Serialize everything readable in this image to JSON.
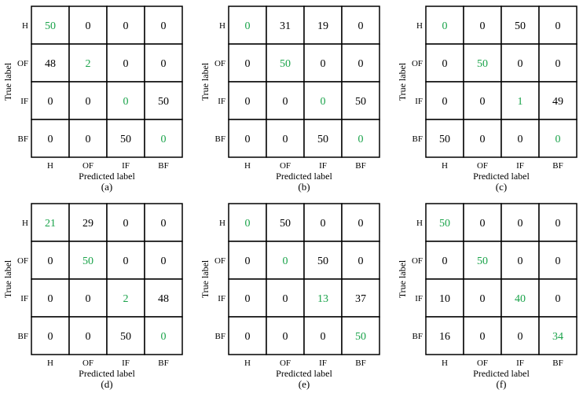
{
  "chart_data": [
    {
      "type": "heatmap",
      "caption": "(a)",
      "xlabel": "Predicted label",
      "ylabel": "True label",
      "x_categories": [
        "H",
        "OF",
        "IF",
        "BF"
      ],
      "y_categories": [
        "H",
        "OF",
        "IF",
        "BF"
      ],
      "values": [
        [
          50,
          0,
          0,
          0
        ],
        [
          48,
          2,
          0,
          0
        ],
        [
          0,
          0,
          0,
          50
        ],
        [
          0,
          0,
          50,
          0
        ]
      ]
    },
    {
      "type": "heatmap",
      "caption": "(b)",
      "xlabel": "Predicted label",
      "ylabel": "True label",
      "x_categories": [
        "H",
        "OF",
        "IF",
        "BF"
      ],
      "y_categories": [
        "H",
        "OF",
        "IF",
        "BF"
      ],
      "values": [
        [
          0,
          31,
          19,
          0
        ],
        [
          0,
          50,
          0,
          0
        ],
        [
          0,
          0,
          0,
          50
        ],
        [
          0,
          0,
          50,
          0
        ]
      ]
    },
    {
      "type": "heatmap",
      "caption": "(c)",
      "xlabel": "Predicted label",
      "ylabel": "True label",
      "x_categories": [
        "H",
        "OF",
        "IF",
        "BF"
      ],
      "y_categories": [
        "H",
        "OF",
        "IF",
        "BF"
      ],
      "values": [
        [
          0,
          0,
          50,
          0
        ],
        [
          0,
          50,
          0,
          0
        ],
        [
          0,
          0,
          1,
          49
        ],
        [
          50,
          0,
          0,
          0
        ]
      ]
    },
    {
      "type": "heatmap",
      "caption": "(d)",
      "xlabel": "Predicted label",
      "ylabel": "True label",
      "x_categories": [
        "H",
        "OF",
        "IF",
        "BF"
      ],
      "y_categories": [
        "H",
        "OF",
        "IF",
        "BF"
      ],
      "values": [
        [
          21,
          29,
          0,
          0
        ],
        [
          0,
          50,
          0,
          0
        ],
        [
          0,
          0,
          2,
          48
        ],
        [
          0,
          0,
          50,
          0
        ]
      ]
    },
    {
      "type": "heatmap",
      "caption": "(e)",
      "xlabel": "Predicted label",
      "ylabel": "True label",
      "x_categories": [
        "H",
        "OF",
        "IF",
        "BF"
      ],
      "y_categories": [
        "H",
        "OF",
        "IF",
        "BF"
      ],
      "values": [
        [
          0,
          50,
          0,
          0
        ],
        [
          0,
          0,
          50,
          0
        ],
        [
          0,
          0,
          13,
          37
        ],
        [
          0,
          0,
          0,
          50
        ]
      ]
    },
    {
      "type": "heatmap",
      "caption": "(f)",
      "xlabel": "Predicted label",
      "ylabel": "True label",
      "x_categories": [
        "H",
        "OF",
        "IF",
        "BF"
      ],
      "y_categories": [
        "H",
        "OF",
        "IF",
        "BF"
      ],
      "values": [
        [
          50,
          0,
          0,
          0
        ],
        [
          0,
          50,
          0,
          0
        ],
        [
          10,
          0,
          40,
          0
        ],
        [
          16,
          0,
          0,
          34
        ]
      ]
    }
  ],
  "colors": {
    "diagonal_text": "#1aa34a",
    "offdiagonal_text": "#000000",
    "grid_line": "#000000"
  }
}
